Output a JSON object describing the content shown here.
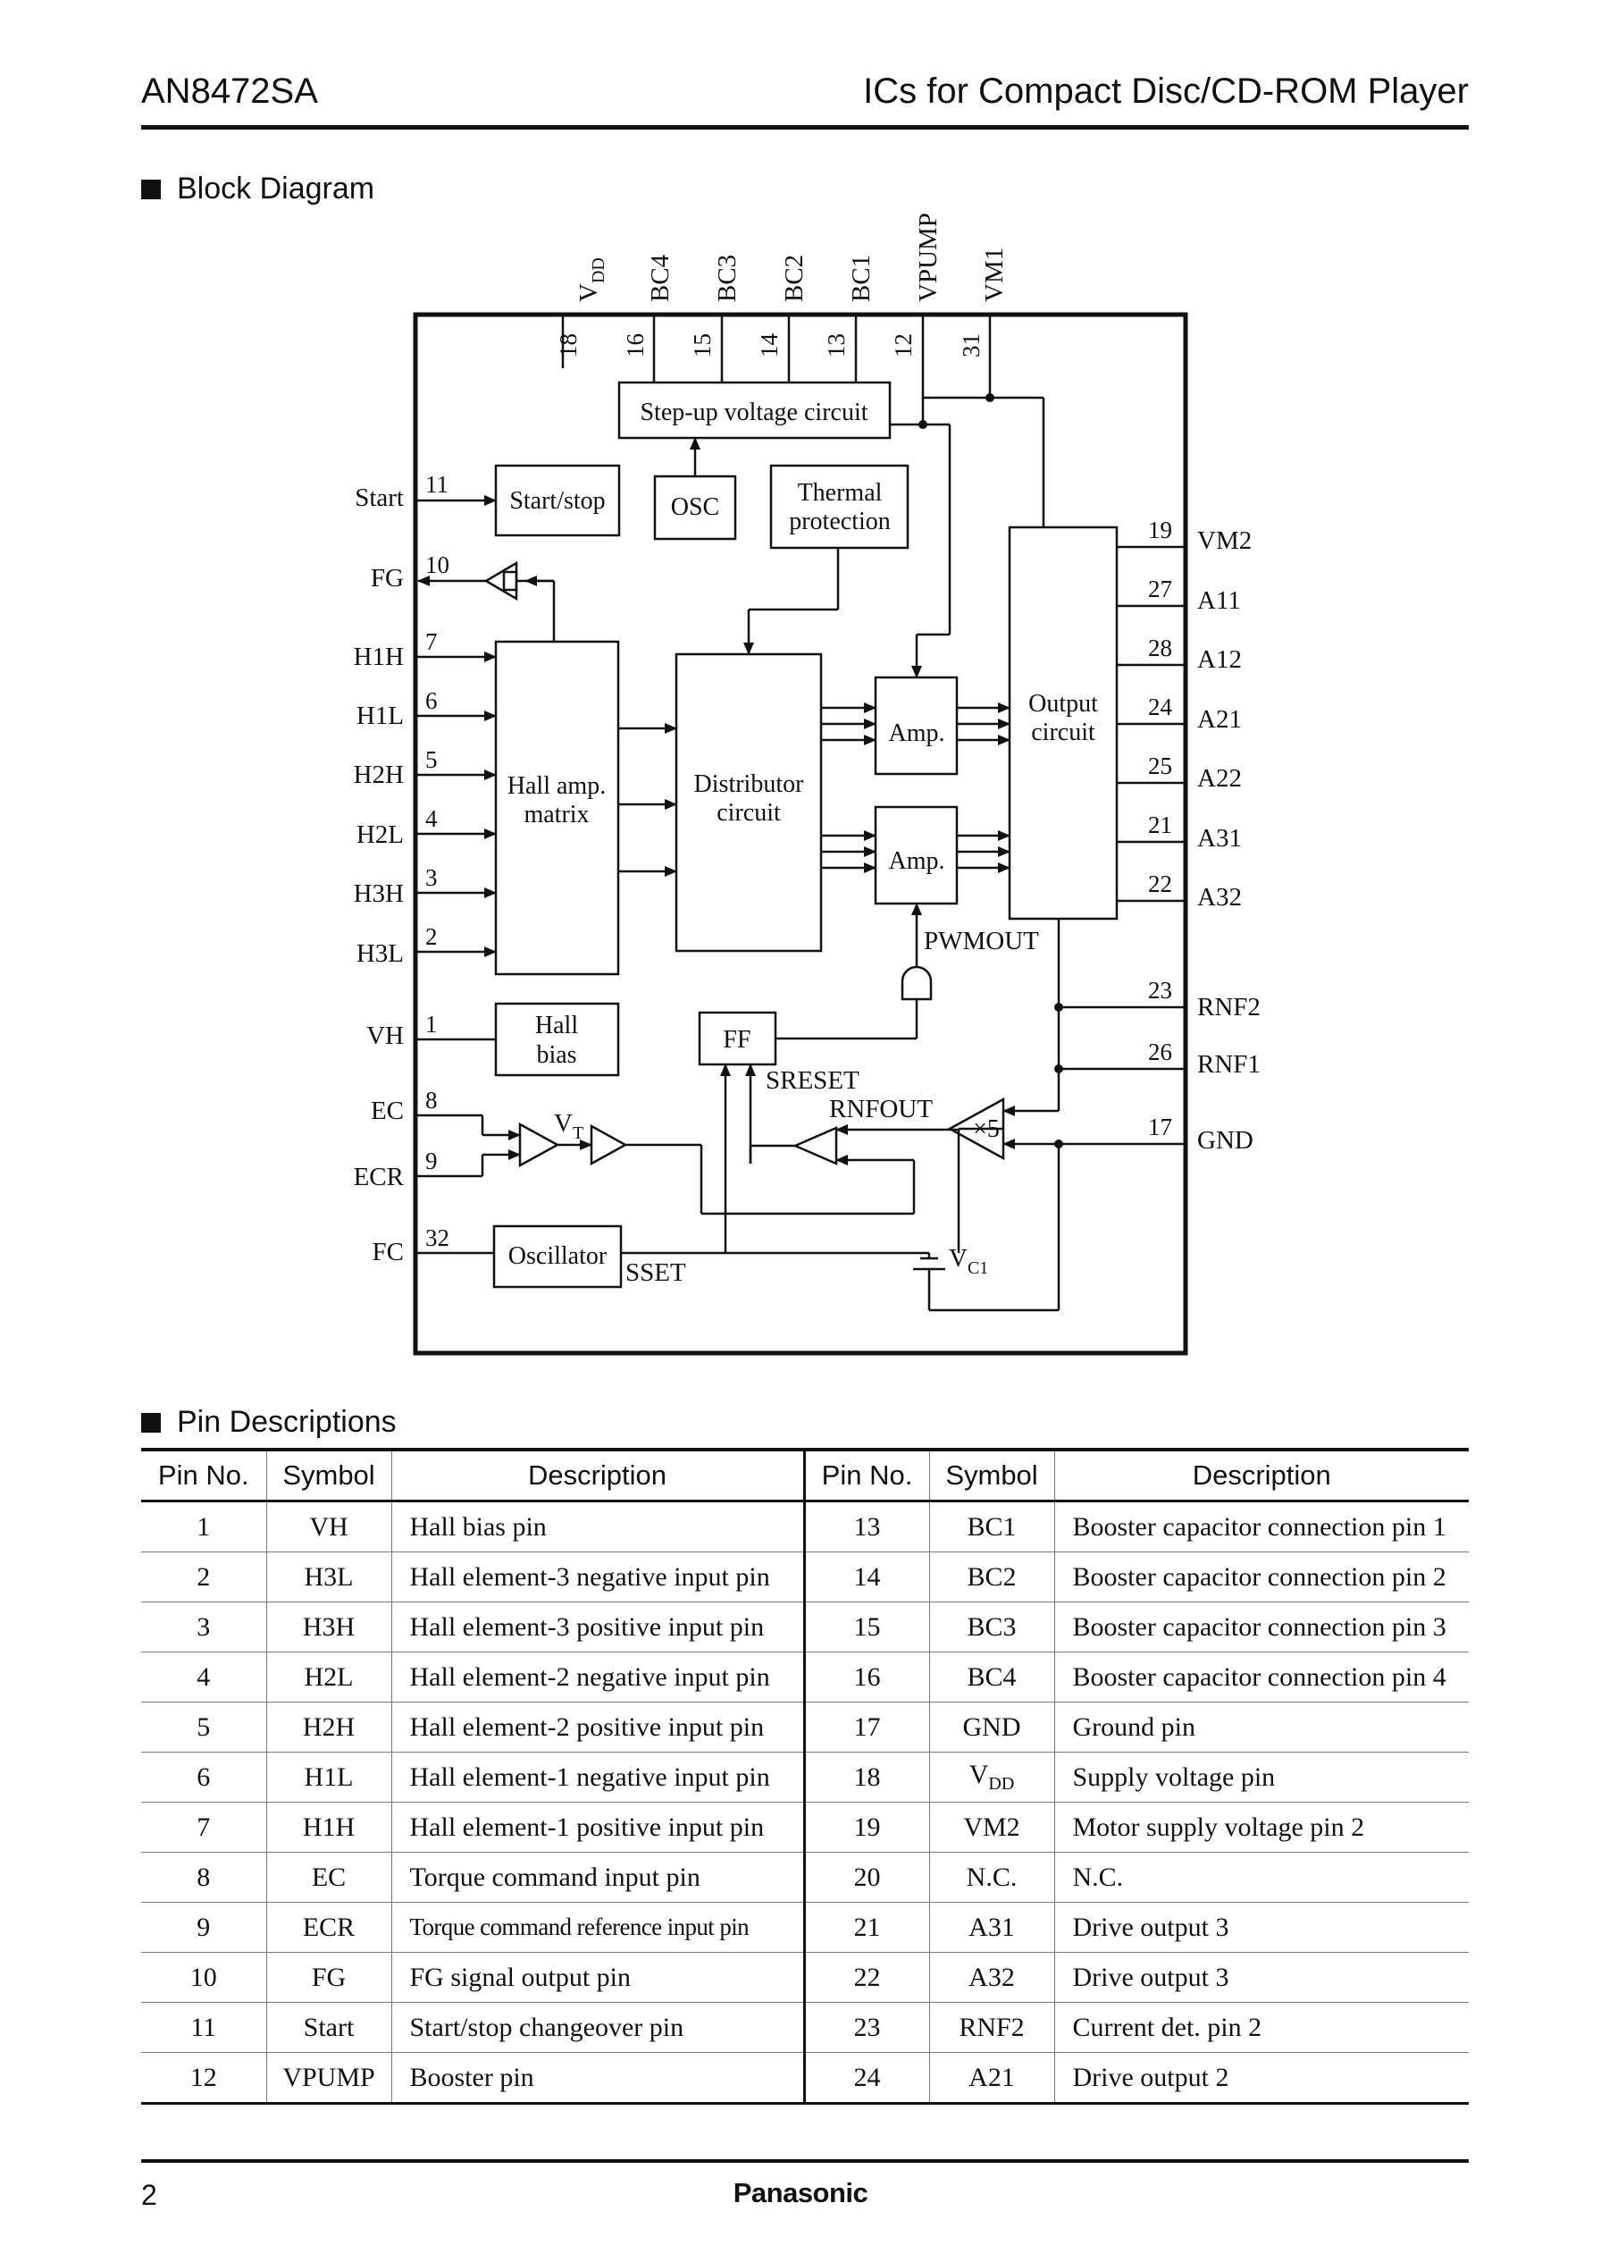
{
  "header": {
    "part_number": "AN8472SA",
    "title": "ICs for Compact Disc/CD-ROM Player"
  },
  "block_diagram": {
    "section_title": "Block Diagram",
    "top_pins": [
      {
        "symbol": "V",
        "sub": "DD",
        "no": "18"
      },
      {
        "symbol": "BC4",
        "no": "16"
      },
      {
        "symbol": "BC3",
        "no": "15"
      },
      {
        "symbol": "BC2",
        "no": "14"
      },
      {
        "symbol": "BC1",
        "no": "13"
      },
      {
        "symbol": "VPUMP",
        "no": "12"
      },
      {
        "symbol": "VM1",
        "no": "31"
      }
    ],
    "left_pins": [
      {
        "symbol": "Start",
        "no": "11"
      },
      {
        "symbol": "FG",
        "no": "10"
      },
      {
        "symbol": "H1H",
        "no": "7"
      },
      {
        "symbol": "H1L",
        "no": "6"
      },
      {
        "symbol": "H2H",
        "no": "5"
      },
      {
        "symbol": "H2L",
        "no": "4"
      },
      {
        "symbol": "H3H",
        "no": "3"
      },
      {
        "symbol": "H3L",
        "no": "2"
      },
      {
        "symbol": "VH",
        "no": "1"
      },
      {
        "symbol": "EC",
        "no": "8"
      },
      {
        "symbol": "ECR",
        "no": "9"
      },
      {
        "symbol": "FC",
        "no": "32"
      }
    ],
    "right_pins": [
      {
        "symbol": "VM2",
        "no": "19"
      },
      {
        "symbol": "A11",
        "no": "27"
      },
      {
        "symbol": "A12",
        "no": "28"
      },
      {
        "symbol": "A21",
        "no": "24"
      },
      {
        "symbol": "A22",
        "no": "25"
      },
      {
        "symbol": "A31",
        "no": "21"
      },
      {
        "symbol": "A32",
        "no": "22"
      },
      {
        "symbol": "RNF2",
        "no": "23"
      },
      {
        "symbol": "RNF1",
        "no": "26"
      },
      {
        "symbol": "GND",
        "no": "17"
      }
    ],
    "blocks": {
      "stepup": "Step-up voltage circuit",
      "startstop": "Start/stop",
      "osc": "OSC",
      "thermal_1": "Thermal",
      "thermal_2": "protection",
      "hallamp_1": "Hall amp.",
      "hallamp_2": "matrix",
      "distributor_1": "Distributor",
      "distributor_2": "circuit",
      "amp": "Amp.",
      "output_1": "Output",
      "output_2": "circuit",
      "hallbias_1": "Hall",
      "hallbias_2": "bias",
      "ff": "FF",
      "oscillator": "Oscillator",
      "x5": "×5"
    },
    "signals": {
      "pwmout": "PWMOUT",
      "sreset": "SRESET",
      "rnfout": "RNFOUT",
      "sset": "SSET",
      "vt": "V",
      "vt_sub": "T",
      "vc1": "V",
      "vc1_sub": "C1"
    }
  },
  "pin_descriptions": {
    "section_title": "Pin Descriptions",
    "headers": [
      "Pin No.",
      "Symbol",
      "Description",
      "Pin No.",
      "Symbol",
      "Description"
    ],
    "rows": [
      {
        "l_no": "1",
        "l_sym": "VH",
        "l_desc": "Hall bias pin",
        "r_no": "13",
        "r_sym": "BC1",
        "r_desc": "Booster capacitor connection pin 1"
      },
      {
        "l_no": "2",
        "l_sym": "H3L",
        "l_desc": "Hall element-3 negative input pin",
        "r_no": "14",
        "r_sym": "BC2",
        "r_desc": "Booster capacitor connection pin 2"
      },
      {
        "l_no": "3",
        "l_sym": "H3H",
        "l_desc": "Hall element-3 positive input pin",
        "r_no": "15",
        "r_sym": "BC3",
        "r_desc": "Booster capacitor connection pin 3"
      },
      {
        "l_no": "4",
        "l_sym": "H2L",
        "l_desc": "Hall element-2 negative input pin",
        "r_no": "16",
        "r_sym": "BC4",
        "r_desc": "Booster capacitor connection pin 4"
      },
      {
        "l_no": "5",
        "l_sym": "H2H",
        "l_desc": "Hall element-2 positive input pin",
        "r_no": "17",
        "r_sym": "GND",
        "r_desc": "Ground pin"
      },
      {
        "l_no": "6",
        "l_sym": "H1L",
        "l_desc": "Hall element-1 negative input pin",
        "r_no": "18",
        "r_sym": "V",
        "r_sym_sub": "DD",
        "r_desc": "Supply voltage pin"
      },
      {
        "l_no": "7",
        "l_sym": "H1H",
        "l_desc": "Hall element-1 positive input pin",
        "r_no": "19",
        "r_sym": "VM2",
        "r_desc": "Motor supply voltage pin 2"
      },
      {
        "l_no": "8",
        "l_sym": "EC",
        "l_desc": "Torque command input pin",
        "r_no": "20",
        "r_sym": "N.C.",
        "r_desc": "N.C."
      },
      {
        "l_no": "9",
        "l_sym": "ECR",
        "l_desc": "Torque command reference input pin",
        "r_no": "21",
        "r_sym": "A31",
        "r_desc": "Drive output 3"
      },
      {
        "l_no": "10",
        "l_sym": "FG",
        "l_desc": "FG signal output pin",
        "r_no": "22",
        "r_sym": "A32",
        "r_desc": "Drive output 3"
      },
      {
        "l_no": "11",
        "l_sym": "Start",
        "l_desc": "Start/stop changeover pin",
        "r_no": "23",
        "r_sym": "RNF2",
        "r_desc": "Current det. pin 2"
      },
      {
        "l_no": "12",
        "l_sym": "VPUMP",
        "l_desc": "Booster pin",
        "r_no": "24",
        "r_sym": "A21",
        "r_desc": "Drive output 2"
      }
    ]
  },
  "footer": {
    "page_number": "2",
    "brand": "Panasonic"
  }
}
